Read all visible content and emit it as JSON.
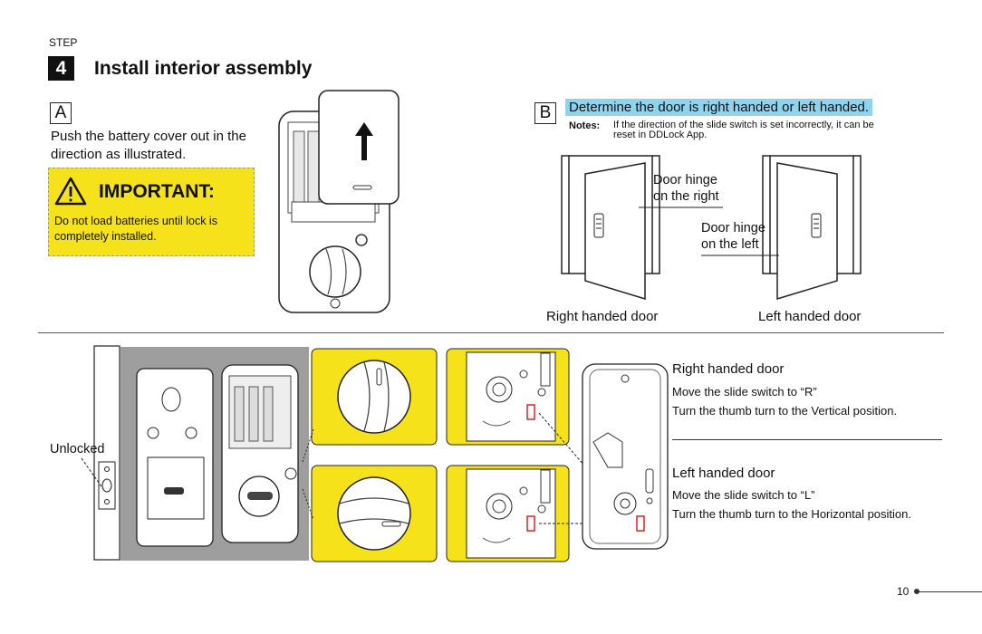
{
  "header": {
    "step_label": "STEP",
    "step_number": "4",
    "title": "Install interior assembly"
  },
  "section_a": {
    "letter": "A",
    "instruction": "Push the battery cover out in the direction as illustrated.",
    "important_title": "IMPORTANT:",
    "important_text": "Do not load batteries until lock is completely installed."
  },
  "section_b": {
    "letter": "B",
    "title": "Determine the door is right handed or left handed.",
    "notes_label": "Notes:",
    "notes_text": "If the direction of the slide switch is set incorrectly, it can be reset in DDLock App.",
    "hinge_right_line1": "Door hinge",
    "hinge_right_line2": "on the right",
    "hinge_left_line1": "Door hinge",
    "hinge_left_line2": "on the left",
    "right_door_caption": "Right handed door",
    "left_door_caption": "Left handed door"
  },
  "bottom": {
    "unlocked_label": "Unlocked",
    "right_handed": {
      "title": "Right handed door",
      "line1": "Move the slide switch to “R”",
      "line2": "Turn the thumb turn to the Vertical position."
    },
    "left_handed": {
      "title": "Left handed door",
      "line1": "Move the slide switch to “L”",
      "line2": "Turn the thumb turn to the Horizontal position."
    }
  },
  "footer": {
    "page_number": "10"
  },
  "colors": {
    "highlight_yellow": "#f6e21b",
    "title_blue": "#8fd4ee",
    "panel_gray": "#9e9e9e",
    "marker_red": "#e02020"
  }
}
